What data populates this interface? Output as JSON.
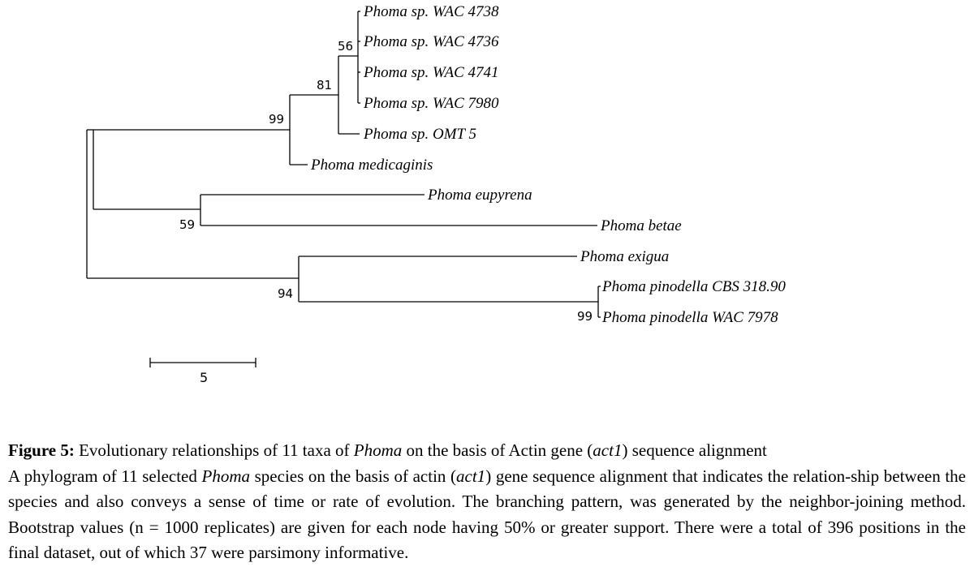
{
  "taxa": [
    {
      "id": "t1",
      "name": "Phoma sp. WAC 4738"
    },
    {
      "id": "t2",
      "name": "Phoma sp. WAC 4736"
    },
    {
      "id": "t3",
      "name": "Phoma sp. WAC 4741"
    },
    {
      "id": "t4",
      "name": "Phoma sp. WAC 7980"
    },
    {
      "id": "t5",
      "name": "Phoma sp. OMT 5"
    },
    {
      "id": "t6",
      "name": "Phoma medicaginis"
    },
    {
      "id": "t7",
      "name": "Phoma eupyrena"
    },
    {
      "id": "t8",
      "name": "Phoma betae"
    },
    {
      "id": "t9",
      "name": "Phoma exigua"
    },
    {
      "id": "t10",
      "name": "Phoma pinodella CBS 318.90"
    },
    {
      "id": "t11",
      "name": "Phoma pinodella WAC 7978"
    }
  ],
  "bootstrap": {
    "n56": "56",
    "n81": "81",
    "n99a": "99",
    "n59": "59",
    "n94": "94",
    "n99b": "99"
  },
  "scale_bar": {
    "label": "5"
  },
  "caption": {
    "figure_label": "Figure 5:",
    "title_part1": " Evolutionary relationships of 11 taxa of ",
    "title_italic1": "Phoma",
    "title_part2": " on the basis of Actin gene (",
    "title_italic2": "act1",
    "title_part3": ") sequence alignment",
    "body_part1": "A phylogram of 11 selected ",
    "body_italic1": "Phoma",
    "body_part2": " species on the basis of actin (",
    "body_italic2": "act1",
    "body_part3": ") gene sequence alignment that indicates the relation-ship between the species and also conveys a sense of time or rate of evolution. The branching pattern, was generated by the neighbor-joining method. Bootstrap values (n = 1000 replicates) are given for each node having 50% or greater support. There were a total of 396 positions in the final dataset, out of which 37 were parsimony informative."
  }
}
